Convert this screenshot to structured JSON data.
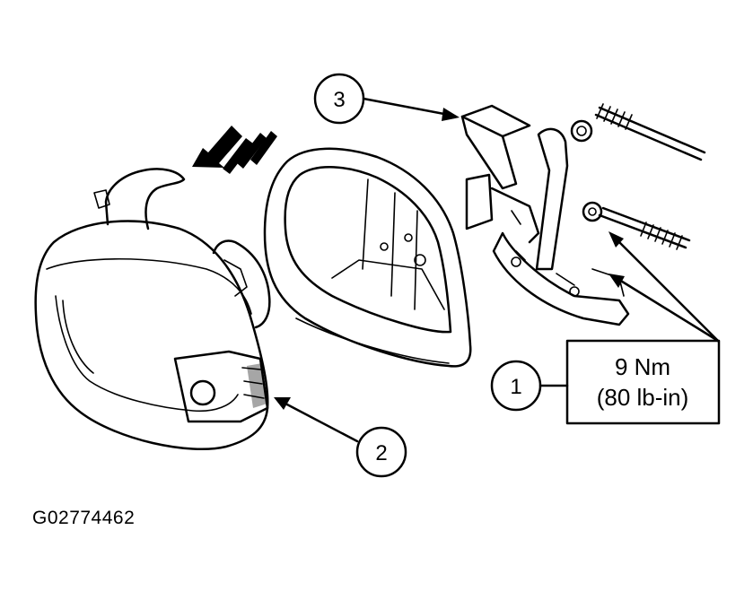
{
  "callouts": [
    {
      "id": "callout-1",
      "label": "1"
    },
    {
      "id": "callout-2",
      "label": "2"
    },
    {
      "id": "callout-3",
      "label": "3"
    }
  ],
  "torque_spec": {
    "line1": "9 Nm",
    "line2": "(80 lb-in)"
  },
  "figure_id": "G02774462",
  "colors": {
    "ink": "#000000",
    "paper": "#ffffff"
  }
}
